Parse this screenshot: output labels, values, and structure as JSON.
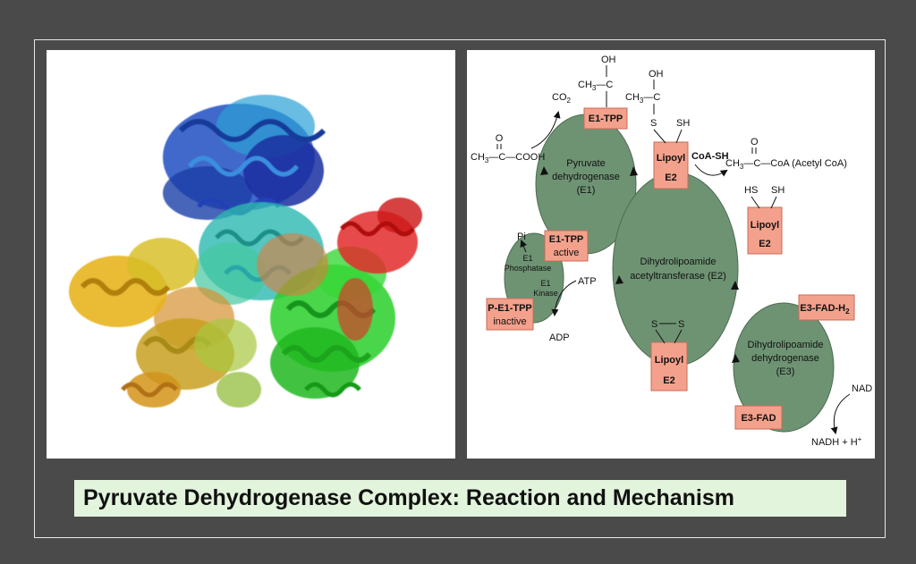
{
  "title": "Pyruvate Dehydrogenase Complex: Reaction and Mechanism",
  "colors": {
    "background": "#4a4a4a",
    "title_bg": "#e2f4dc",
    "enzyme_fill": "#6e9373",
    "cofactor_box": "#f3a18c"
  },
  "diagram": {
    "e1_name": "Pyruvate",
    "e1_name2": "dehydrogenase",
    "e1_name3": "(E1)",
    "e2_name": "Dihydrolipoamide",
    "e2_name2": "acetyltransferase (E2)",
    "e3_name": "Dihydrolipoamide",
    "e3_name2": "dehydrogenase",
    "e3_name3": "(E3)",
    "regulation_label1": "E1",
    "regulation_label2": "Phosphatase",
    "regulation_label3": "E1",
    "regulation_label4": "Kinase",
    "box_e1_tpp": "E1-TPP",
    "box_e1_tpp_active1": "E1-TPP",
    "box_e1_tpp_active2": "active",
    "box_p_e1_tpp1": "P-E1-TPP",
    "box_p_e1_tpp2": "inactive",
    "box_lipoyl_top1": "Lipoyl",
    "box_lipoyl_top2": "E2",
    "box_lipoyl_right1": "Lipoyl",
    "box_lipoyl_right2": "E2",
    "box_lipoyl_bottom1": "Lipoyl",
    "box_lipoyl_bottom2": "E2",
    "box_e3_fad_h2": "E3-FAD-H",
    "box_e3_fad_h2_sub": "2",
    "box_e3_fad": "E3-FAD",
    "pyruvate_left": "CH",
    "pyruvate_left_sub": "3",
    "pyruvate_mid": "—C—COOH",
    "pyruvate_o": "O",
    "co2": "CO",
    "co2_sub": "2",
    "oh1": "OH",
    "ch3_c1": "CH",
    "ch3_c1_sub": "3",
    "ch3_c1_tail": "—C",
    "oh2": "OH",
    "ch3_c2": "CH",
    "ch3_c2_sub": "3",
    "ch3_c2_tail": "—C",
    "s_label": "S",
    "sh_label": "SH",
    "coa_sh": "CoA-SH",
    "acetyl_ch3": "CH",
    "acetyl_ch3_sub": "3",
    "acetyl_tail": "—C—CoA (Acetyl CoA)",
    "acetyl_o": "O",
    "hs_label": "HS",
    "sh_label2": "SH",
    "ss_left": "S",
    "ss_right": "S",
    "pi": "Pi",
    "atp": "ATP",
    "adp": "ADP",
    "nad": "NAD",
    "nadh": "NADH + H",
    "nadh_sup": "+"
  }
}
